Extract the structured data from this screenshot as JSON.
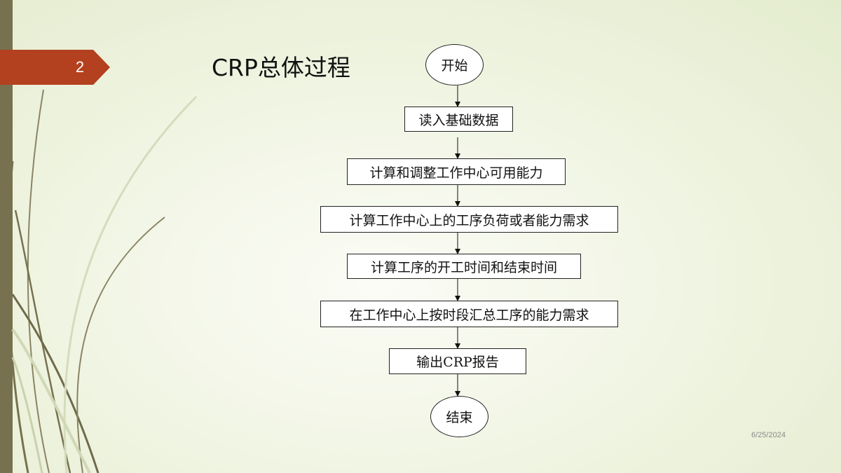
{
  "slide": {
    "number": "2",
    "title": "CRP总体过程",
    "date": "6/25/2024"
  },
  "flowchart": {
    "start": "开始",
    "steps": [
      "读入基础数据",
      "计算和调整工作中心可用能力",
      "计算工作中心上的工序负荷或者能力需求",
      "计算工序的开工时间和结束时间",
      "在工作中心上按时段汇总工序的能力需求",
      "输出CRP报告"
    ],
    "end": "结束"
  },
  "colors": {
    "accent": "#b3401e",
    "left_bar": "#77714f",
    "background": "#eef3dc"
  }
}
